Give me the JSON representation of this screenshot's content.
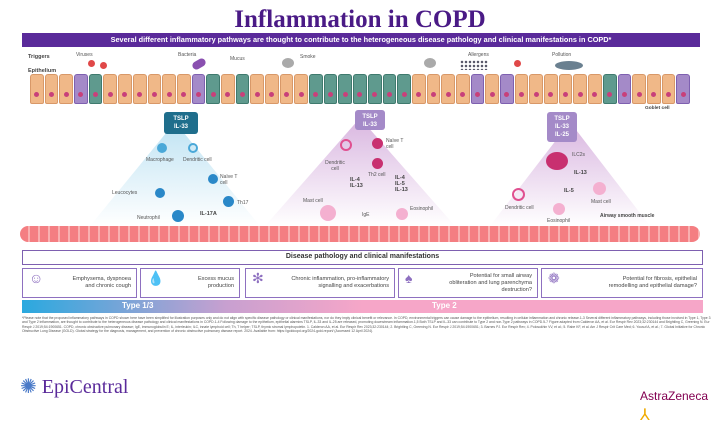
{
  "title": "Inflammation in COPD",
  "banner": "Several different inflammatory pathways are thought to contribute to the heterogeneous disease pathology and clinical manifestations in COPD*",
  "row_labels": {
    "triggers": "Triggers",
    "epithelium": "Epithelium",
    "goblet": "Goblet cell",
    "muscle": "Airway smooth muscle"
  },
  "triggers": [
    "Viruses",
    "Bacteria",
    "Mucus",
    "Smoke",
    "Allergens",
    "Pollution"
  ],
  "pathways": [
    {
      "alarmins": [
        "TSLP",
        "IL-33"
      ],
      "color": "#1f6e8c",
      "cells": [
        "Macrophage",
        "Dendritic cell",
        "Naïve T cell",
        "Leucocytes",
        "Th17",
        "Neutrophil"
      ],
      "cytokines": [
        "IL-17A"
      ]
    },
    {
      "alarmins": [
        "TSLP",
        "IL-33"
      ],
      "color": "#a48ac8",
      "cells": [
        "Dendritic cell",
        "Naïve T cell",
        "Th2 cell",
        "Mast cell",
        "IgE",
        "Eosinophil"
      ],
      "cytokines": [
        "IL-4",
        "IL-13",
        "IL-4",
        "IL-5",
        "IL-13"
      ]
    },
    {
      "alarmins": [
        "TSLP",
        "IL-33",
        "IL-25"
      ],
      "color": "#a48ac8",
      "cells": [
        "ILC2s",
        "Dendritic cell",
        "Eosinophil",
        "Mast cell"
      ],
      "cytokines": [
        "IL-5",
        "IL-13"
      ]
    }
  ],
  "disease_header": "Disease pathology and clinical manifestations",
  "manifestations": [
    "Emphysema, dyspnoea and chronic cough",
    "Excess mucus production",
    "Chronic inflammation, pro-inflammatory signalling and exacerbations",
    "Potential for small airway obliteration and lung parenchyma destruction?",
    "Potential for fibrosis, epithelial remodelling and epithelial damage?"
  ],
  "types": [
    "Type 1/3",
    "Type 2"
  ],
  "footnote": "*Please note that the proposed inflammatory pathways in COPD shown here have been simplified for illustration purposes only and do not align with specific disease pathology or clinical manifestations, nor do they imply clinical benefit or relevance. In COPD, environmental triggers can cause damage to the epithelium, resulting in cellular inflammation and chronic release.1-3 Several different inflammatory pathways, including those involved in Type 1, Type 3 and Type 2 inflammation, are thought to contribute to the heterogeneous disease pathology and clinical manifestations in COPD.1-4 Following damage to the epithelium, epithelial alarmins TSLP, IL-33 and IL-25 are released, promoting downstream inflammation.1,5 Both TSLP and IL-33 can contribute to Type 2 and non-Type 2 pathways in COPD.5-7 Figure adapted from Calderon AA, et al. Eur Respir Rev 2023;32:230144 and Brightling C, Greening N. Eur Respir J 2019;54:1900651. COPD, chronic obstructive pulmonary disease; IgE, immunoglobulin E; IL, interleukin; ILC, innate lymphoid cell; Th, T helper; TSLP, thymic stromal lymphopoietin. 1. Calderon AA, et al. Eur Respir Rev 2023;32:230144; 2. Brightling C, Greening N. Eur Respir J 2019;54:1900651; 3. Barnes PJ. Eur Respir Rev; 4. Polosukhin VV, et al.; 5. Rabe KF, et al. Am J Respir Crit Care Med; 6. Yousuf A, et al.; 7. Global Initiative for Chronic Obstructive Lung Disease (GOLD). Global strategy for the diagnosis, management, and prevention of chronic obstructive pulmonary disease report. 2024. Available from: https://goldcopd.org/2024-gold-report/ (Accessed 12 April 2024).",
  "logos": {
    "left": "EpiCentral",
    "right": "AstraZeneca"
  }
}
